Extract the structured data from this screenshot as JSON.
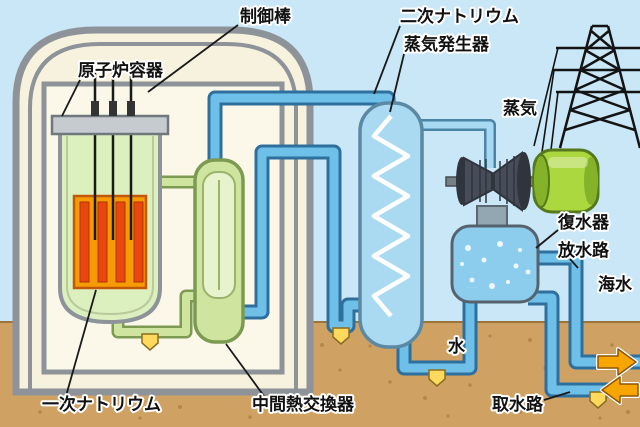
{
  "labels": {
    "control_rod": "制御棒",
    "reactor_vessel": "原子炉容器",
    "secondary_sodium": "二次ナトリウム",
    "steam_generator": "蒸気発生器",
    "steam": "蒸気",
    "condenser": "復水器",
    "discharge_channel": "放水路",
    "seawater": "海水",
    "water": "水",
    "primary_sodium": "一次ナトリウム",
    "intermediate_heat_exchanger": "中間熱交換器",
    "intake_channel": "取水路"
  },
  "colors": {
    "sky": "#c9e7f6",
    "ground": "#cfa263",
    "containment_fill": "#f6f2dd",
    "wall_gray": "#8e9399",
    "primary_sodium_green": "#cfe49e",
    "secondary_sodium_blue": "#6fc0e8",
    "steam_pipe_blue": "#a8d9f2",
    "core_orange": "#f79b04",
    "fuel_rod_red": "#e8470e",
    "generator_green": "#abd83e",
    "pump_yellow": "#ffd95e",
    "flow_arrow_orange": "#f7a600"
  }
}
